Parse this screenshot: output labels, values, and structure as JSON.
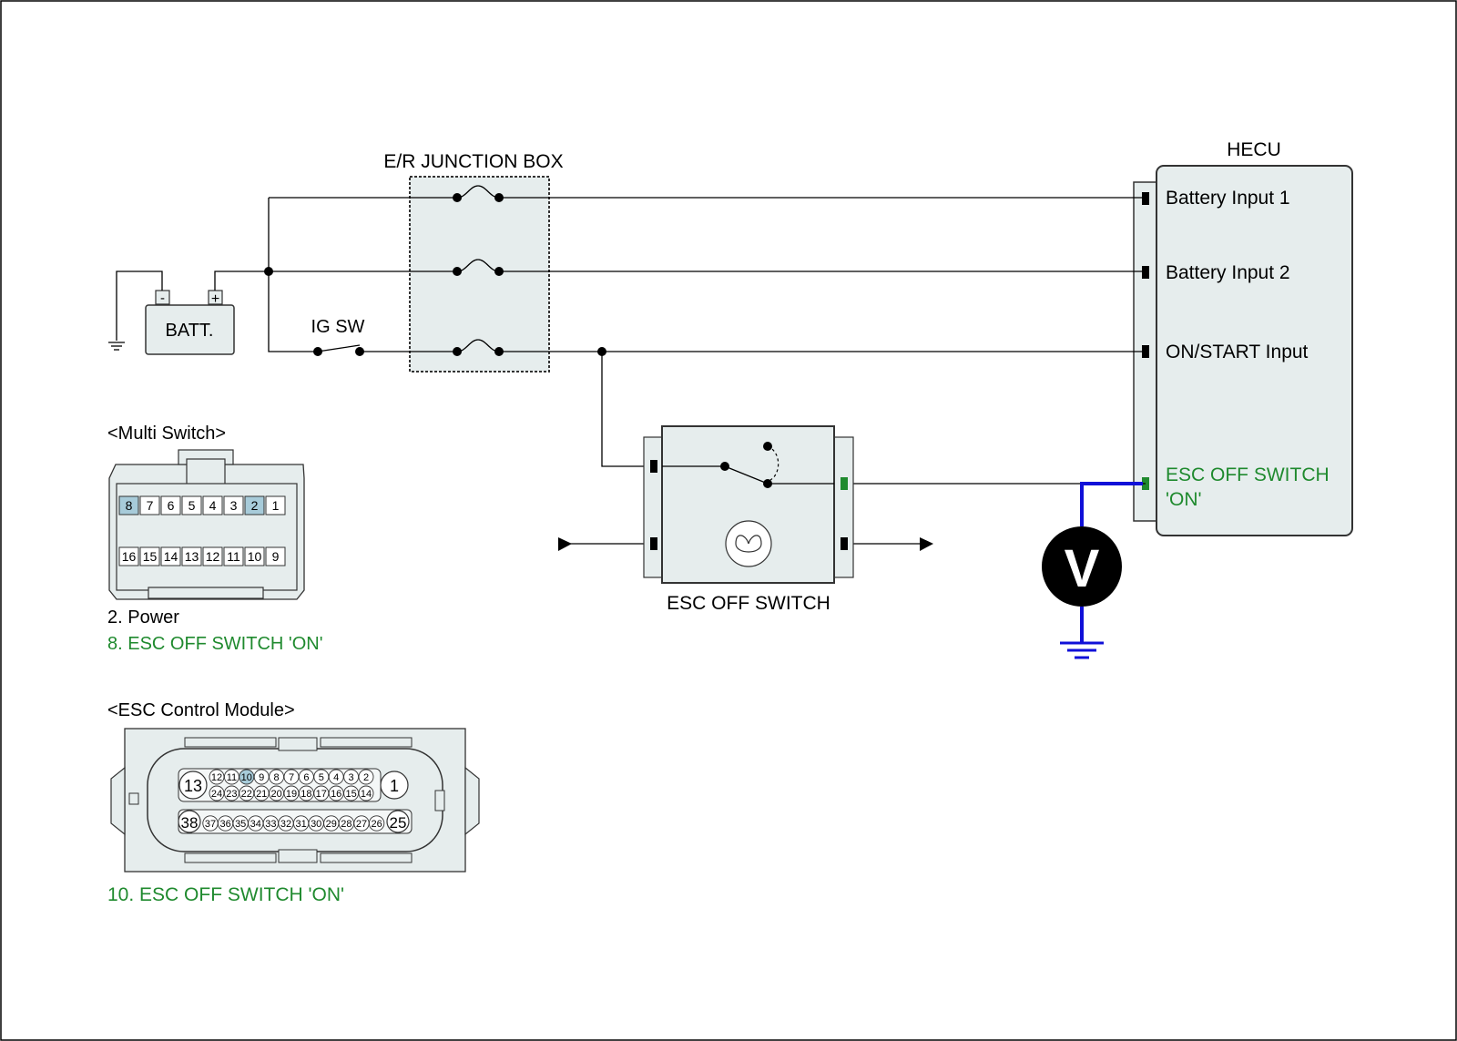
{
  "colors": {
    "line": "#000000",
    "box_fill": "#e6eded",
    "box_stroke": "#333333",
    "highlight_text": "#1f8a2e",
    "measure_wire": "#1010d8",
    "pin_highlight": "#a7cbd9",
    "green_terminal": "#1f8a2e"
  },
  "labels": {
    "junction_box": "E/R JUNCTION BOX",
    "hecu": "HECU",
    "battery": "BATT.",
    "battery_minus": "-",
    "battery_plus": "+",
    "ig_switch": "IG SW",
    "esc_off_switch": "ESC OFF SWITCH",
    "voltmeter": "V"
  },
  "hecu_pins": {
    "battery_input_1": "Battery Input 1",
    "battery_input_2": "Battery Input 2",
    "on_start_input": "ON/START Input",
    "esc_off_line1": "ESC OFF SWITCH",
    "esc_off_line2": "'ON'"
  },
  "multi_switch": {
    "title": "<Multi Switch>",
    "top_row": [
      "8",
      "7",
      "6",
      "5",
      "4",
      "3",
      "2",
      "1"
    ],
    "bottom_row": [
      "16",
      "15",
      "14",
      "13",
      "12",
      "11",
      "10",
      "9"
    ],
    "highlighted_pins": [
      "8",
      "2"
    ],
    "note_1": "2. Power",
    "note_2": "8. ESC OFF SWITCH 'ON'"
  },
  "esc_module": {
    "title": "<ESC Control Module>",
    "row_1": [
      "12",
      "11",
      "10",
      "9",
      "8",
      "7",
      "6",
      "5",
      "4",
      "3",
      "2"
    ],
    "row_2": [
      "24",
      "23",
      "22",
      "21",
      "20",
      "19",
      "18",
      "17",
      "16",
      "15",
      "14"
    ],
    "row_3": [
      "37",
      "36",
      "35",
      "34",
      "33",
      "32",
      "31",
      "30",
      "29",
      "28",
      "27",
      "26"
    ],
    "pin_13": "13",
    "pin_1": "1",
    "pin_38": "38",
    "pin_25": "25",
    "highlighted_pins": [
      "10"
    ],
    "note": "10. ESC OFF SWITCH 'ON'"
  }
}
